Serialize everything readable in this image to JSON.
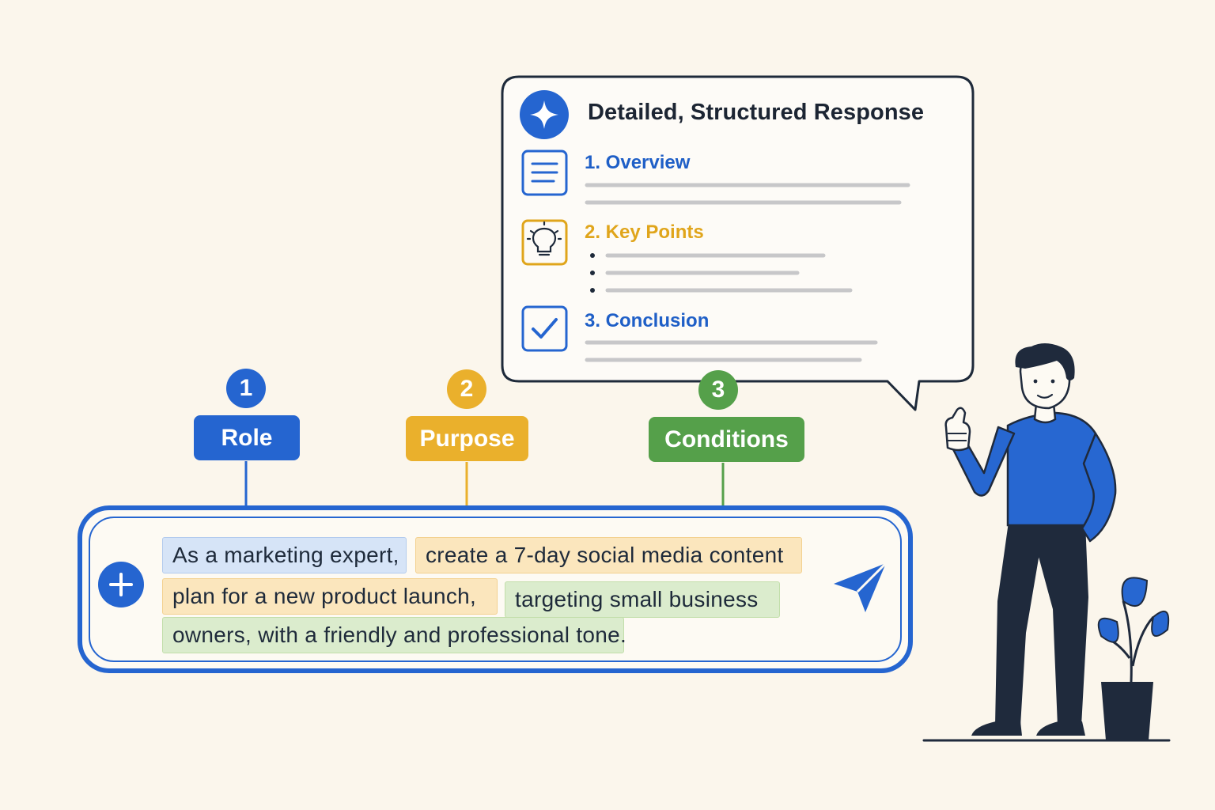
{
  "response": {
    "title": "Detailed, Structured Response",
    "sections": [
      {
        "label": "1. Overview",
        "icon": "document-lines-icon"
      },
      {
        "label": "2. Key Points",
        "icon": "lightbulb-icon"
      },
      {
        "label": "3. Conclusion",
        "icon": "checkbox-checked-icon"
      }
    ],
    "header_icon": "sparkle-icon"
  },
  "components": [
    {
      "number": "1",
      "label": "Role",
      "color": "#2565d0"
    },
    {
      "number": "2",
      "label": "Purpose",
      "color": "#eab02c"
    },
    {
      "number": "3",
      "label": "Conditions",
      "color": "#55a04a"
    }
  ],
  "prompt": {
    "segments": [
      {
        "text": "As a marketing expert,",
        "kind": "role"
      },
      {
        "text": "create a 7-day social media content",
        "kind": "purpose"
      },
      {
        "text": "plan for a new product launch,",
        "kind": "purpose"
      },
      {
        "text": "targeting small business",
        "kind": "conditions"
      },
      {
        "text": "owners, with a friendly and professional tone.",
        "kind": "conditions"
      }
    ],
    "add_icon": "plus-icon",
    "send_icon": "send-paper-plane-icon"
  },
  "colors": {
    "blue": "#2565d0",
    "yellow": "#eab02c",
    "green": "#55a04a",
    "navy": "#1e2a3a",
    "background": "#fbf6ec"
  }
}
